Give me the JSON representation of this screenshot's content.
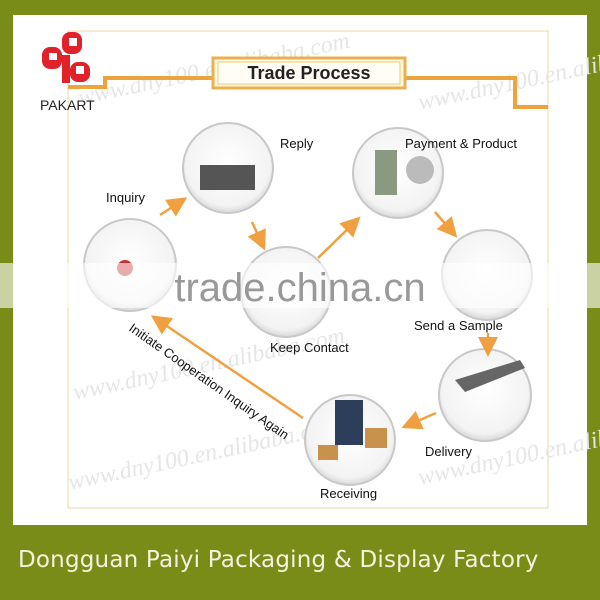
{
  "brand": {
    "logo_text": "PAKART",
    "logo_color": "#e1222a"
  },
  "title": "Trade Process",
  "steps": [
    {
      "label": "Inquiry"
    },
    {
      "label": "Reply"
    },
    {
      "label": "Payment & Product"
    },
    {
      "label": "Keep Contact"
    },
    {
      "label": "Send a Sample"
    },
    {
      "label": "Delivery"
    },
    {
      "label": "Receiving"
    }
  ],
  "loop_label": "Initiate Cooperation Inquiry Again",
  "watermarks": {
    "band": "trade.china.cn",
    "repeat": "www.dny100.en.alibaba.com"
  },
  "footer": "Dongguan Paiyi Packaging & Display Factory",
  "colors": {
    "background": "#7a8c18",
    "accent": "#f0a040",
    "frame": "#e8c27a"
  }
}
